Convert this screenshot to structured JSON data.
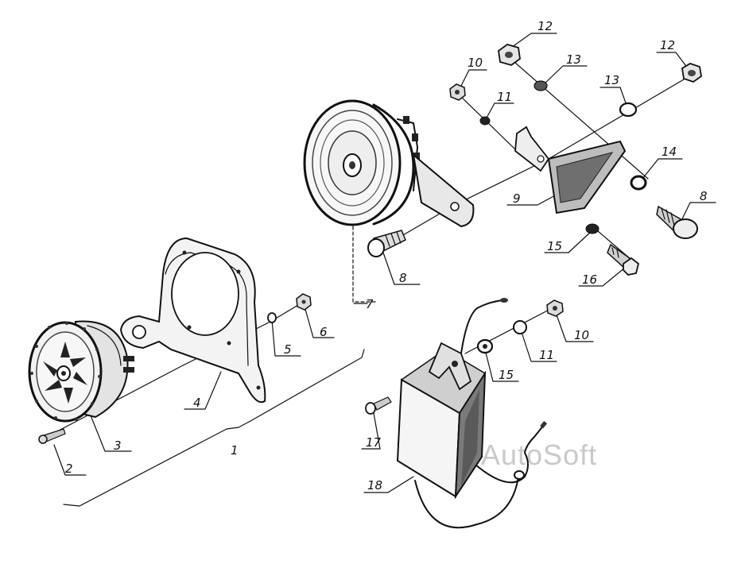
{
  "labels": {
    "l1": "1",
    "l2": "2",
    "l3": "3",
    "l4": "4",
    "l5": "5",
    "l6": "6",
    "l7": "7",
    "l8a": "8",
    "l8b": "8",
    "l9": "9",
    "l10a": "10",
    "l10b": "10",
    "l11a": "11",
    "l11b": "11",
    "l12a": "12",
    "l12b": "12",
    "l13a": "13",
    "l13b": "13",
    "l14": "14",
    "l15a": "15",
    "l15b": "15",
    "l16": "16",
    "l17": "17",
    "l18": "18"
  },
  "watermark": "AutoSoft"
}
